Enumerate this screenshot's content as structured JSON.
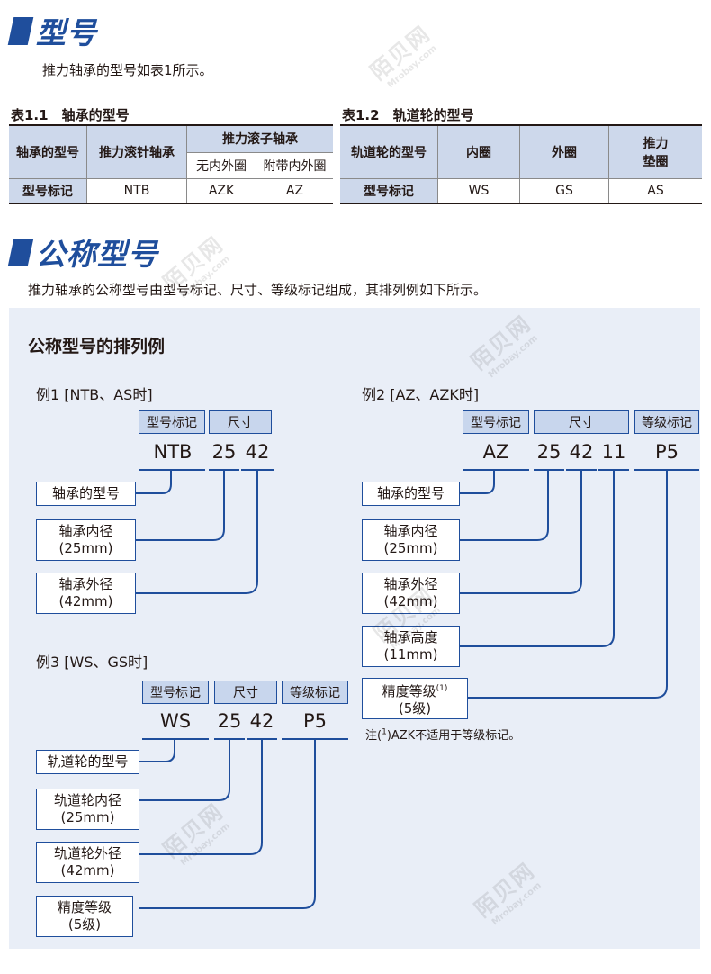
{
  "section1": {
    "title": "型号",
    "intro": "推力轴承的型号如表1所示。"
  },
  "table1": {
    "caption": "表1.1　轴承的型号",
    "head_row": "轴承的型号",
    "col_needle": "推力滚针轴承",
    "col_roller": "推力滚子轴承",
    "sub_no_ring": "无内外圈",
    "sub_with_ring": "附带内外圈",
    "row_label": "型号标记",
    "values": [
      "NTB",
      "AZK",
      "AZ"
    ]
  },
  "table2": {
    "caption": "表1.2　轨道轮的型号",
    "head_row": "轨道轮的型号",
    "col_inner": "内圈",
    "col_outer": "外圈",
    "col_washer_1": "推力",
    "col_washer_2": "垫圈",
    "row_label": "型号标记",
    "values": [
      "WS",
      "GS",
      "AS"
    ]
  },
  "section2": {
    "title": "公称型号",
    "intro": "推力轴承的公称型号由型号标记、尺寸、等级标记组成，其排列例如下所示。"
  },
  "panel": {
    "title": "公称型号的排列例",
    "ex1": {
      "title": "例1 [NTB、AS时]",
      "tag_type": "型号标记",
      "tag_size": "尺寸",
      "codes": [
        "NTB",
        "25",
        "42"
      ],
      "labels": [
        {
          "l1": "轴承的型号",
          "l2": ""
        },
        {
          "l1": "轴承内径",
          "l2": "(25mm)"
        },
        {
          "l1": "轴承外径",
          "l2": "(42mm)"
        }
      ]
    },
    "ex2": {
      "title": "例2 [AZ、AZK时]",
      "tag_type": "型号标记",
      "tag_size": "尺寸",
      "tag_grade": "等级标记",
      "codes": [
        "AZ",
        "25",
        "42",
        "11",
        "P5"
      ],
      "labels": [
        {
          "l1": "轴承的型号",
          "l2": ""
        },
        {
          "l1": "轴承内径",
          "l2": "(25mm)"
        },
        {
          "l1": "轴承外径",
          "l2": "(42mm)"
        },
        {
          "l1": "轴承高度",
          "l2": "(11mm)"
        },
        {
          "l1": "精度等级",
          "l2": "(5级)"
        }
      ],
      "sup": "1",
      "note_prefix": "注(",
      "note_sup": "1",
      "note_text": ")AZK不适用于等级标记。"
    },
    "ex3": {
      "title": "例3 [WS、GS时]",
      "tag_type": "型号标记",
      "tag_size": "尺寸",
      "tag_grade": "等级标记",
      "codes": [
        "WS",
        "25",
        "42",
        "P5"
      ],
      "labels": [
        {
          "l1": "轨道轮的型号",
          "l2": ""
        },
        {
          "l1": "轨道轮内径",
          "l2": "(25mm)"
        },
        {
          "l1": "轨道轮外径",
          "l2": "(42mm)"
        },
        {
          "l1": "精度等级",
          "l2": "(5级)"
        }
      ]
    }
  },
  "watermark": {
    "text": "陌贝网",
    "sub": "Mrobay.com"
  },
  "colors": {
    "accent": "#1f4e9c",
    "table_head": "#cdd8eb",
    "panel_bg": "#e9eef7",
    "tag_bg": "#c8d6ed"
  }
}
